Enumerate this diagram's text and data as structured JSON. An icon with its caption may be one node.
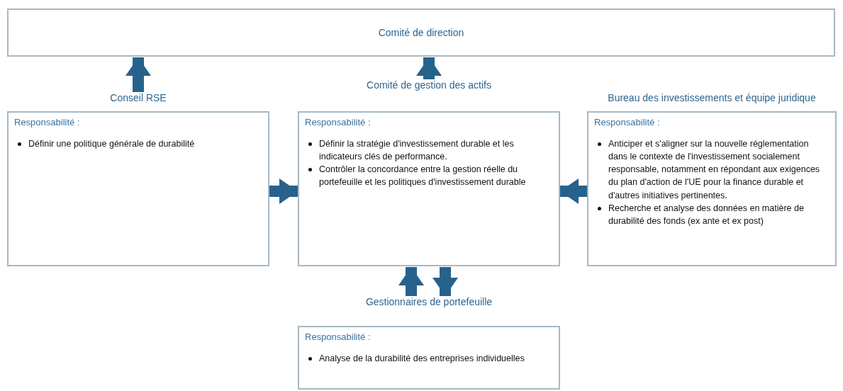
{
  "diagram": {
    "nodes": [
      {
        "text": [
          "Comité de direction"
        ]
      },
      {
        "text": [
          "Conseil RSE",
          "Responsabilité :",
          "Définir une politique générale de durabilité"
        ]
      },
      {
        "text": [
          "Comité de gestion des actifs",
          "Responsabilité :",
          "Définir la stratégie d'investissement durable et les indicateurs clés de performance.",
          "Contrôler la concordance entre la gestion réelle du portefeuille et les politiques d'investissement durable"
        ]
      },
      {
        "text": [
          "Bureau des investissements et équipe juridique",
          "Responsabilité :",
          "Anticiper et s'aligner sur la nouvelle réglementation dans le contexte de l'investissement socialement responsable, notamment en répondant aux exigences du plan d'action de l'UE pour la finance durable et d'autres initiatives pertinentes.",
          "Recherche et analyse des données en matière de durabilité des fonds (ex ante et ex post)"
        ]
      },
      {
        "text": [
          "Gestionnaires de portefeuille",
          "Responsabilité :",
          "Analyse de la durabilité des entreprises individuelles"
        ]
      }
    ],
    "edges": [
      {
        "from": 1,
        "to": 0,
        "arrow": "to"
      },
      {
        "from": 2,
        "to": 0,
        "arrow": "to"
      },
      {
        "from": 1,
        "to": 2,
        "arrow": "to"
      },
      {
        "from": 3,
        "to": 2,
        "arrow": "to"
      },
      {
        "from": 4,
        "to": 2,
        "arrow": "to"
      },
      {
        "from": 2,
        "to": 4,
        "arrow": "to"
      }
    ]
  }
}
